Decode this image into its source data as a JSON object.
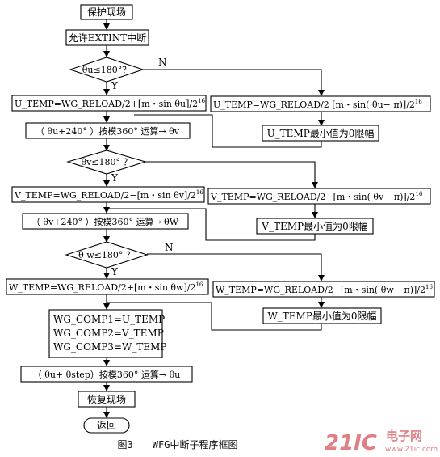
{
  "nodes": {
    "save": "保护现场",
    "enable": "允许EXTINT中断",
    "cond_u": "θu≤180°？",
    "u_pos": "U_TEMP=WG_RELOAD/2+[m・sin θu]/2",
    "u_neg": "U_TEMP=WG_RELOAD/2 [m・sin( θu− π)]/2",
    "u_limit": "U_TEMP最小值为0限幅",
    "calc_v": "（ θu+240° ）按模360° 运算→ θv",
    "cond_v": "θv≤180° ？",
    "v_pos": "V_TEMP=WG_RELOAD/2−[m・sin θv]/2",
    "v_neg": "V_TEMP=WG_RELOAD/2−[m・sin( θv− π)]/2",
    "v_limit": "V_TEMP最小值为0限幅",
    "calc_w": "（ θv+240° ）按模360° 运算→ θW",
    "cond_w": "θ w≤180° ？",
    "w_pos": "W_TEMP=WG_RELOAD/2+[m・sin θw]/2",
    "w_neg": "W_TEMP=WG_RELOAD/2−[m・sin( θw− π)]/2",
    "w_limit": "W_TEMP最小值为0限幅",
    "comp1": "WG_COMP1=U_TEMP",
    "comp2": "WG_COMP2=V_TEMP",
    "comp3": "WG_COMP3=W_TEMP",
    "calc_u": "（ θu+ θstep）按模360° 运算→ θu",
    "restore": "恢复现场",
    "return": "返回"
  },
  "exponent": "16",
  "branch": {
    "yes": "Y",
    "no": "N"
  },
  "caption": "图3　　WFG中断子程序框图",
  "watermark": {
    "logo": "21IC",
    "site": "电子网",
    "url": "www.21ic.com"
  }
}
